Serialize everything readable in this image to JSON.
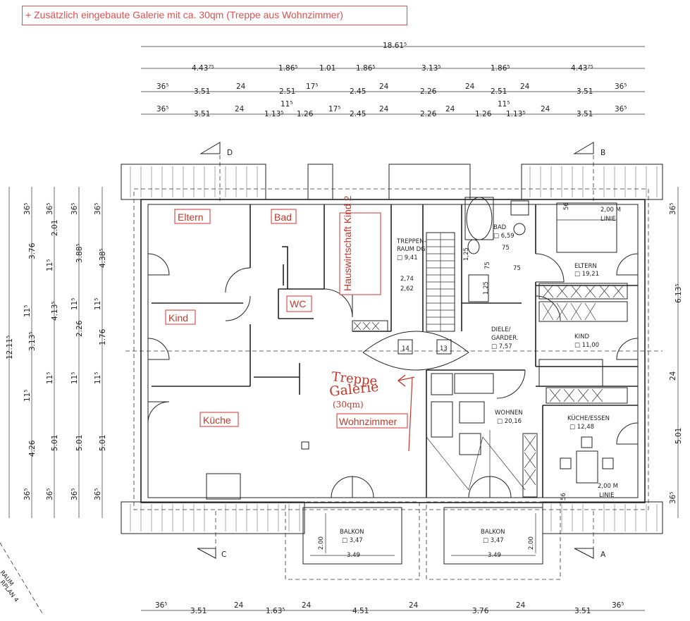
{
  "note": "+ Zusätzlich eingebaute Galerie mit ca. 30qm (Treppe aus Wohnzimmer)",
  "dimensions": {
    "overall": "18.61⁵",
    "row1": [
      "4.43⁷⁵",
      "1.86⁵",
      "1.01",
      "1.86⁵",
      "3.13⁵",
      "1.86⁵",
      "4.43⁷⁵"
    ],
    "row2": [
      "36⁵",
      "3.51",
      "24",
      "2.51",
      "17⁵",
      "2.45",
      "24",
      "2.26",
      "24",
      "2.51",
      "24",
      "3.51",
      "36⁵"
    ],
    "row3": [
      "36⁵",
      "3.51",
      "24",
      "1.13⁵",
      "11⁵",
      "1.26",
      "17⁵",
      "2.45",
      "24",
      "2.26",
      "24",
      "1.26",
      "11⁵",
      "1.13⁵",
      "24",
      "3.51",
      "36⁵"
    ],
    "bottom": [
      "36⁵",
      "3.51",
      "24",
      "1.63⁵",
      "24",
      "4.51",
      "24",
      "3.76",
      "24",
      "3.51",
      "36⁵"
    ],
    "left_outer": "12.11⁵",
    "left_col1": [
      "36⁵",
      "3.76",
      "11⁵",
      "3.13⁵",
      "11⁵",
      "4.26",
      "36⁵"
    ],
    "left_col2": [
      "36⁵",
      "2.01",
      "11⁵",
      "4.13⁵",
      "11⁵",
      "5.01",
      "36⁵"
    ],
    "left_col3": [
      "36⁵",
      "3.88⁵",
      "11⁵",
      "2.26",
      "11⁵",
      "5.01",
      "36⁵"
    ],
    "left_col4": [
      "36⁵",
      "4.38⁵",
      "11⁵",
      "1.76",
      "11⁵",
      "5.01",
      "36⁵"
    ],
    "right": [
      "36⁵",
      "6.13⁵",
      "24",
      "5.01",
      "36⁵"
    ]
  },
  "sections": {
    "d": "D",
    "b": "B",
    "c": "C",
    "a": "A"
  },
  "red_labels": {
    "eltern": "Eltern",
    "bad": "Bad",
    "hauswirtschaft": "Hauswirtschaft Kind 2",
    "kind": "Kind",
    "wc": "WC",
    "kueche": "Küche",
    "wohnzimmer": "Wohnzimmer"
  },
  "handwritten": {
    "line1": "Treppe",
    "line2": "Galerie",
    "line3": "(30qm)"
  },
  "rooms": {
    "treppenraum": {
      "name1": "TREPPEN-",
      "name2": "RAUM DG",
      "area": "□ 9,41",
      "h1": "2,74",
      "h2": "2,62"
    },
    "bad": {
      "name": "BAD",
      "area": "□ 6,59"
    },
    "eltern": {
      "name": "ELTERN",
      "area": "□ 19,21"
    },
    "kind": {
      "name": "KIND",
      "area": "□ 11,00"
    },
    "diele": {
      "name1": "DIELE/",
      "name2": "GARDER.",
      "area": "□ 7,57"
    },
    "wohnen": {
      "name": "WOHNEN",
      "area": "□ 20,16"
    },
    "kueche_essen": {
      "name": "KÜCHE/ESSEN",
      "area": "□ 12,48"
    },
    "balkon_left": {
      "name": "BALKON",
      "area": "□ 3,47",
      "width": "3.49",
      "depth": "2.00"
    },
    "balkon_right": {
      "name": "BALKON",
      "area": "□ 3,47",
      "width": "3.49",
      "depth": "2.00"
    }
  },
  "interior_marks": {
    "line_top": "2,00 M",
    "line_top_sub": "LINIE",
    "line_bottom": "2,00 M",
    "line_bottom_sub": "LINIE",
    "d75a": "75",
    "d75b": "75",
    "d75c": "75",
    "d125a": "1,25",
    "d125b": "1,25",
    "d56": "56",
    "d56b": "56",
    "stair_a": "14",
    "stair_b": "13"
  },
  "corner_text": {
    "l1": "RAUM",
    "l2": "RPLAN 4"
  }
}
